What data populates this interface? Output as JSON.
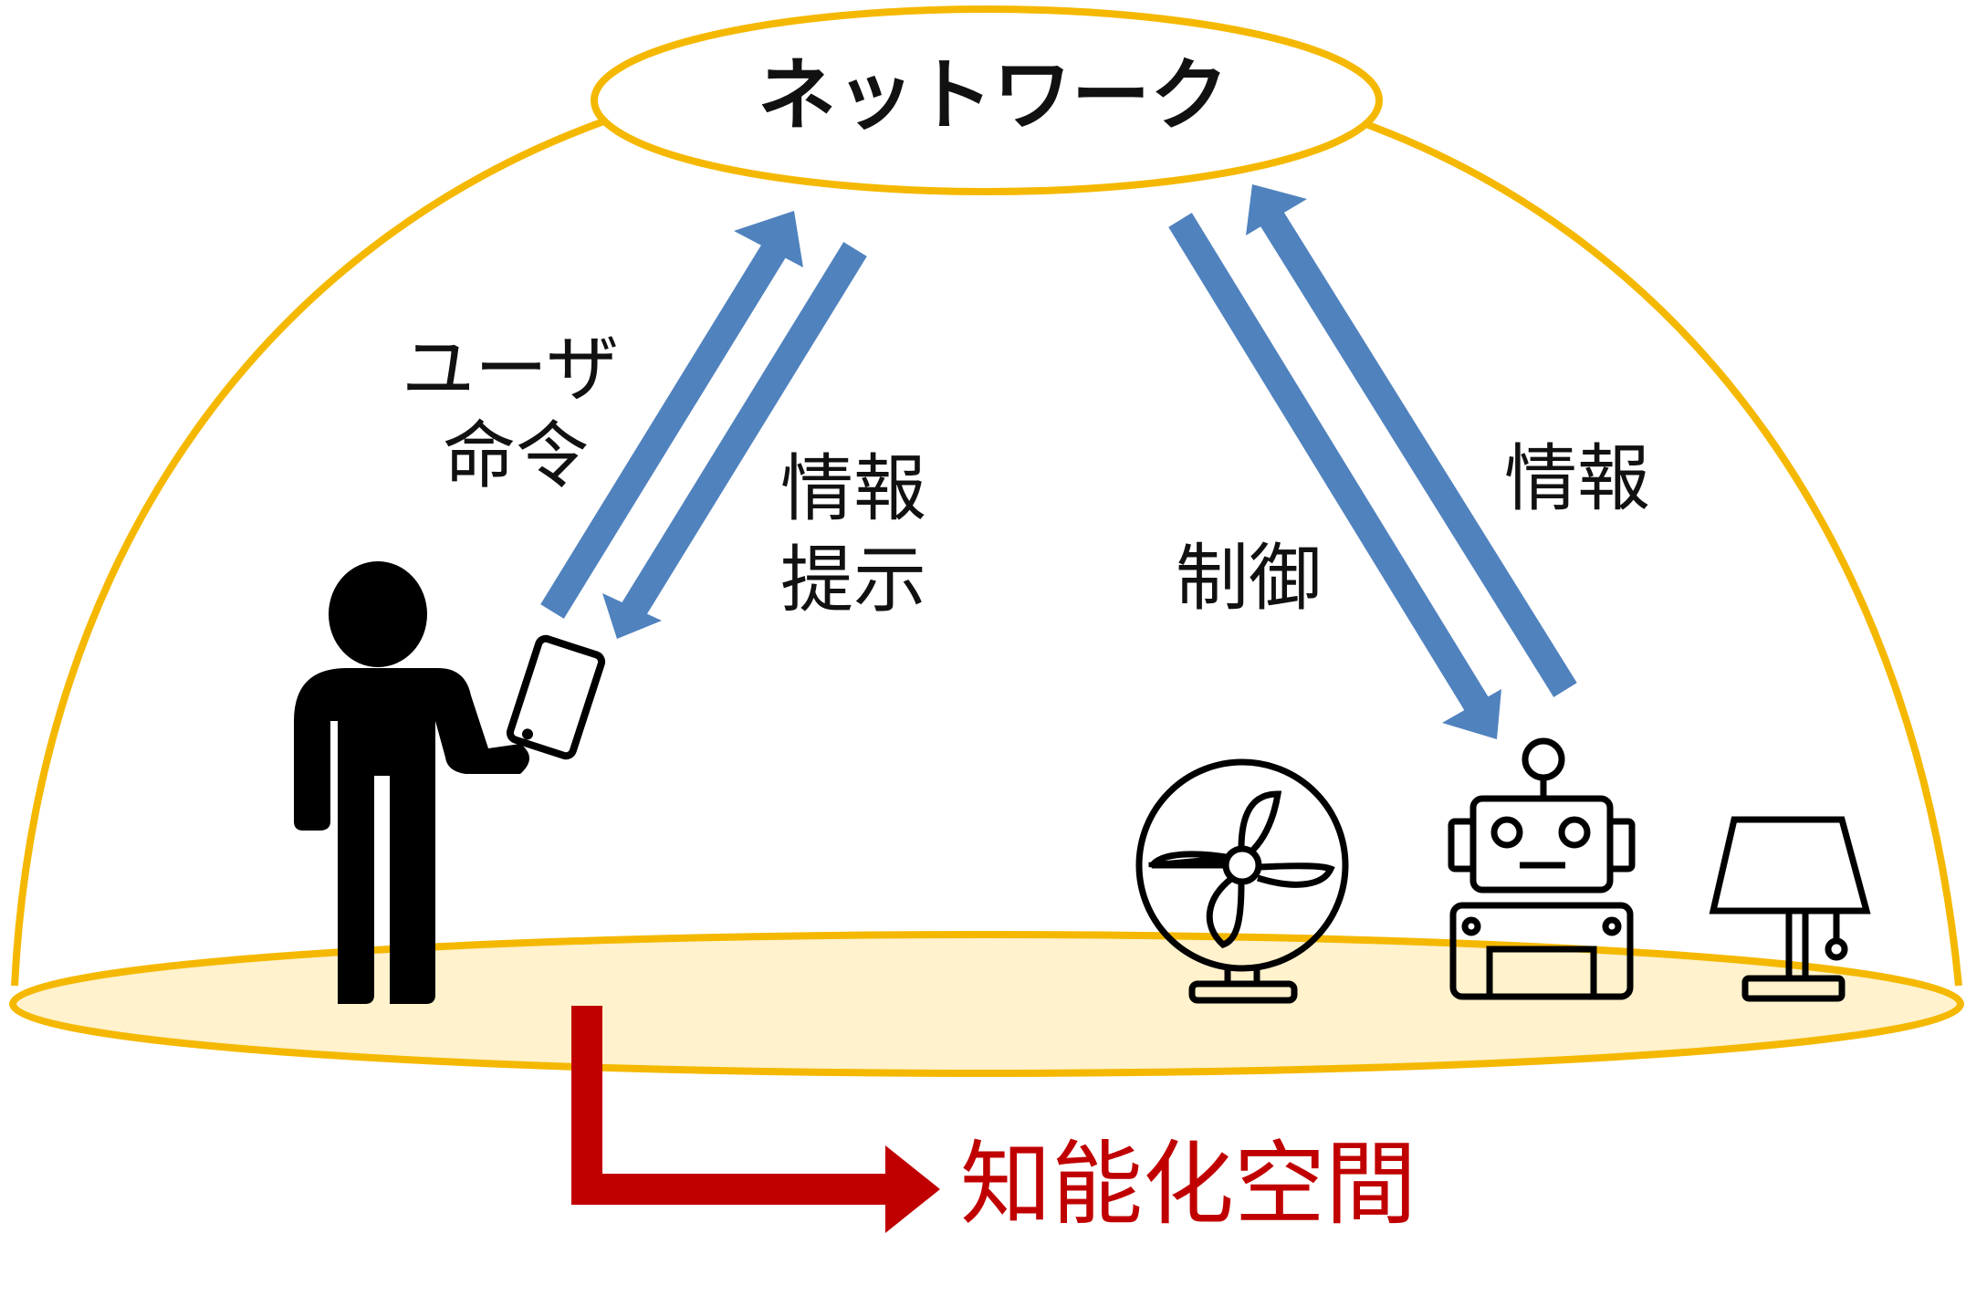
{
  "network_label": "ネットワーク",
  "left_up_label": [
    "ユーザ",
    "命令"
  ],
  "left_down_label": [
    "情報",
    "提示"
  ],
  "right_down_label": "制御",
  "right_up_label": "情報",
  "space_label": "知能化空間",
  "colors": {
    "dome": "#f5b800",
    "floor": "#fff2cc",
    "arrow": "#5082be",
    "red": "#c00000",
    "ink": "#000000"
  },
  "icons": [
    "person-icon",
    "tablet-icon",
    "fan-icon",
    "robot-icon",
    "lamp-icon"
  ]
}
